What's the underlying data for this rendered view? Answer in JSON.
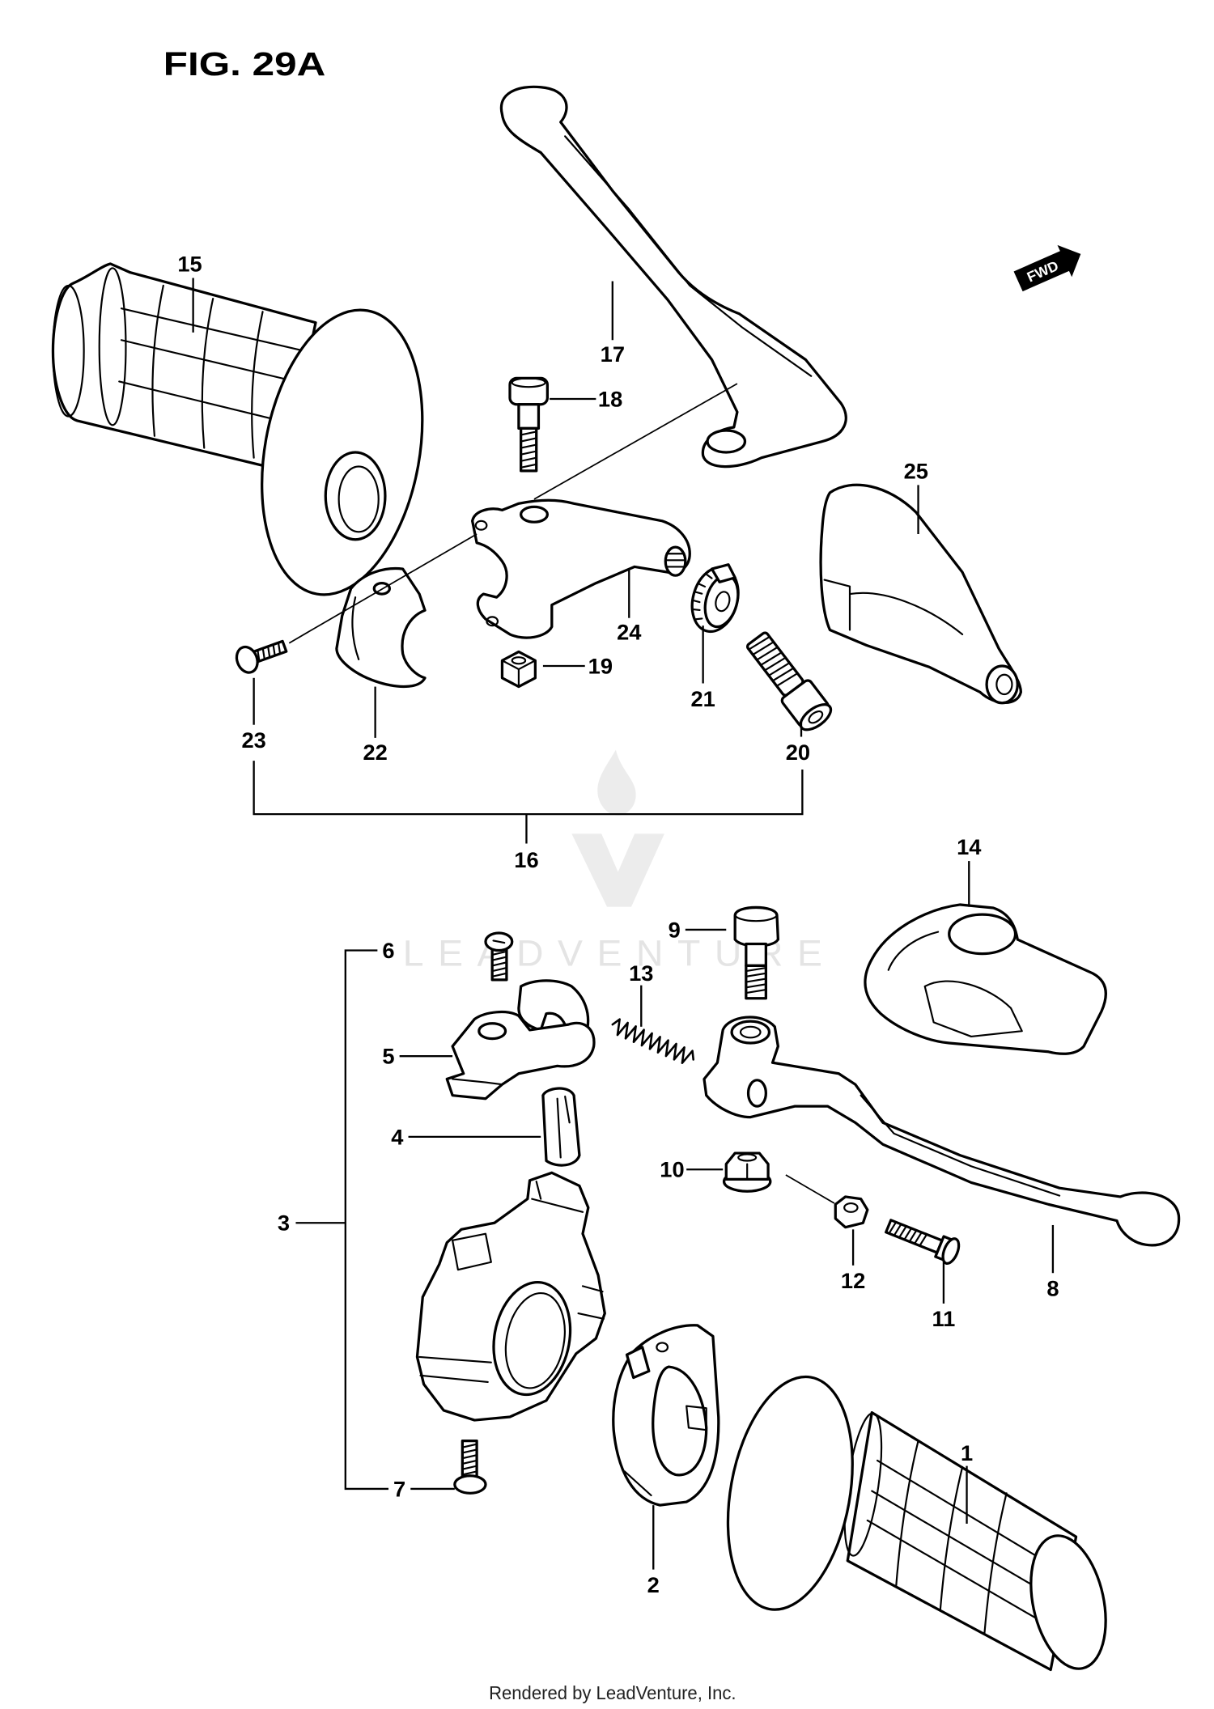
{
  "figure": {
    "title": "FIG. 29A",
    "fwd_label": "FWD"
  },
  "callouts": {
    "p1": "1",
    "p2": "2",
    "p3": "3",
    "p4": "4",
    "p5": "5",
    "p6": "6",
    "p7": "7",
    "p8": "8",
    "p9": "9",
    "p10": "10",
    "p11": "11",
    "p12": "12",
    "p13": "13",
    "p14": "14",
    "p15": "15",
    "p16": "16",
    "p17": "17",
    "p18": "18",
    "p19": "19",
    "p20": "20",
    "p21": "21",
    "p22": "22",
    "p23": "23",
    "p24": "24",
    "p25": "25"
  },
  "watermark": {
    "text": "LEADVENTURE"
  },
  "footer": {
    "credit": "Rendered by LeadVenture, Inc."
  },
  "colors": {
    "ink": "#000000",
    "paper": "#ffffff",
    "watermark": "#e4e4e4"
  }
}
